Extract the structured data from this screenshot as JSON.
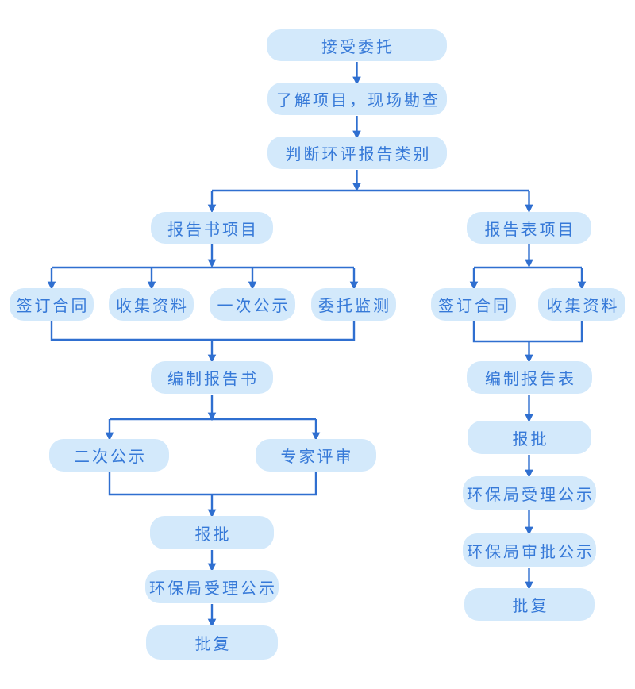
{
  "diagram": {
    "type": "flowchart",
    "language": "zh-CN",
    "colors": {
      "background": "#ffffff",
      "node_fill": "#d3e9fb",
      "node_text": "#3679d8",
      "connector_line": "#2f6fd0"
    },
    "nodes": [
      {
        "id": "accept-commission",
        "label": "接受委托"
      },
      {
        "id": "understand-project-site-survey",
        "label": "了解项目，现场勘查"
      },
      {
        "id": "judge-eia-report-category",
        "label": "判断环评报告类别"
      },
      {
        "id": "report-book-project",
        "label": "报告书项目"
      },
      {
        "id": "report-form-project",
        "label": "报告表项目"
      },
      {
        "id": "sign-contract-book",
        "label": "签订合同"
      },
      {
        "id": "collect-data-book",
        "label": "收集资料"
      },
      {
        "id": "first-publicity",
        "label": "一次公示"
      },
      {
        "id": "entrust-monitoring",
        "label": "委托监测"
      },
      {
        "id": "compile-report-book",
        "label": "编制报告书"
      },
      {
        "id": "second-publicity",
        "label": "二次公示"
      },
      {
        "id": "expert-review",
        "label": "专家评审"
      },
      {
        "id": "submit-for-approval-book",
        "label": "报批"
      },
      {
        "id": "epb-acceptance-publicity-book",
        "label": "环保局受理公示"
      },
      {
        "id": "approval-reply-book",
        "label": "批复"
      },
      {
        "id": "sign-contract-form",
        "label": "签订合同"
      },
      {
        "id": "collect-data-form",
        "label": "收集资料"
      },
      {
        "id": "compile-report-form",
        "label": "编制报告表"
      },
      {
        "id": "submit-for-approval-form",
        "label": "报批"
      },
      {
        "id": "epb-acceptance-publicity-form",
        "label": "环保局受理公示"
      },
      {
        "id": "epb-approval-publicity-form",
        "label": "环保局审批公示"
      },
      {
        "id": "approval-reply-form",
        "label": "批复"
      }
    ],
    "edges": [
      {
        "from": "accept-commission",
        "to": "understand-project-site-survey"
      },
      {
        "from": "understand-project-site-survey",
        "to": "judge-eia-report-category"
      },
      {
        "from": "judge-eia-report-category",
        "to": "report-book-project"
      },
      {
        "from": "judge-eia-report-category",
        "to": "report-form-project"
      },
      {
        "from": "report-book-project",
        "to": "sign-contract-book"
      },
      {
        "from": "report-book-project",
        "to": "collect-data-book"
      },
      {
        "from": "report-book-project",
        "to": "first-publicity"
      },
      {
        "from": "report-book-project",
        "to": "entrust-monitoring"
      },
      {
        "from": "sign-contract-book",
        "to": "compile-report-book"
      },
      {
        "from": "collect-data-book",
        "to": "compile-report-book"
      },
      {
        "from": "first-publicity",
        "to": "compile-report-book"
      },
      {
        "from": "entrust-monitoring",
        "to": "compile-report-book"
      },
      {
        "from": "compile-report-book",
        "to": "second-publicity"
      },
      {
        "from": "compile-report-book",
        "to": "expert-review"
      },
      {
        "from": "second-publicity",
        "to": "submit-for-approval-book"
      },
      {
        "from": "expert-review",
        "to": "submit-for-approval-book"
      },
      {
        "from": "submit-for-approval-book",
        "to": "epb-acceptance-publicity-book"
      },
      {
        "from": "epb-acceptance-publicity-book",
        "to": "approval-reply-book"
      },
      {
        "from": "report-form-project",
        "to": "sign-contract-form"
      },
      {
        "from": "report-form-project",
        "to": "collect-data-form"
      },
      {
        "from": "sign-contract-form",
        "to": "compile-report-form"
      },
      {
        "from": "collect-data-form",
        "to": "compile-report-form"
      },
      {
        "from": "compile-report-form",
        "to": "submit-for-approval-form"
      },
      {
        "from": "submit-for-approval-form",
        "to": "epb-acceptance-publicity-form"
      },
      {
        "from": "epb-acceptance-publicity-form",
        "to": "epb-approval-publicity-form"
      },
      {
        "from": "epb-approval-publicity-form",
        "to": "approval-reply-form"
      }
    ]
  }
}
